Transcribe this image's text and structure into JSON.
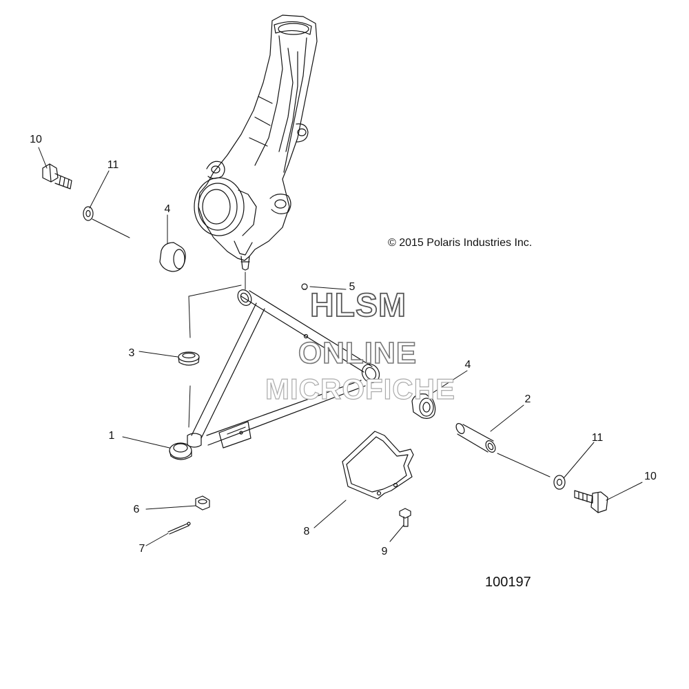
{
  "copyright": "© 2015 Polaris Industries Inc.",
  "drawing_id": "100197",
  "watermark": [
    "HLSM",
    "ONLINE",
    "MICROFICHE"
  ],
  "callouts": {
    "c10a": "10",
    "c11a": "11",
    "c4a": "4",
    "c5": "5",
    "c3": "3",
    "c4b": "4",
    "c2": "2",
    "c1": "1",
    "c11b": "11",
    "c10b": "10",
    "c6": "6",
    "c7": "7",
    "c8": "8",
    "c9": "9"
  },
  "colors": {
    "ink": "#111111",
    "watermark_outline": "#777777",
    "background": "#ffffff"
  }
}
